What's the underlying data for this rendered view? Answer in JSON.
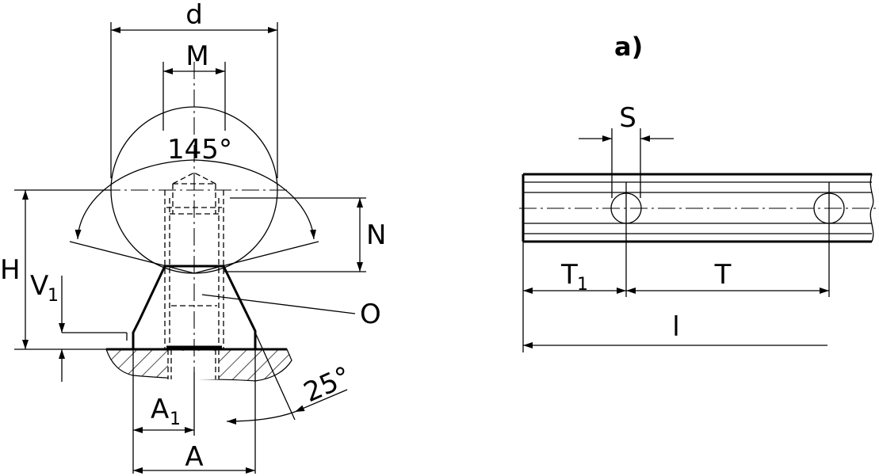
{
  "labels": {
    "d": "d",
    "M": "M",
    "angle_145": "145°",
    "H": "H",
    "V1_main": "V",
    "V1_sub": "1",
    "N": "N",
    "O": "O",
    "A1_main": "A",
    "A1_sub": "1",
    "A": "A",
    "angle_25": "25°",
    "view_a": "a)",
    "S": "S",
    "T1_main": "T",
    "T1_sub": "1",
    "T": "T",
    "l": "l"
  }
}
